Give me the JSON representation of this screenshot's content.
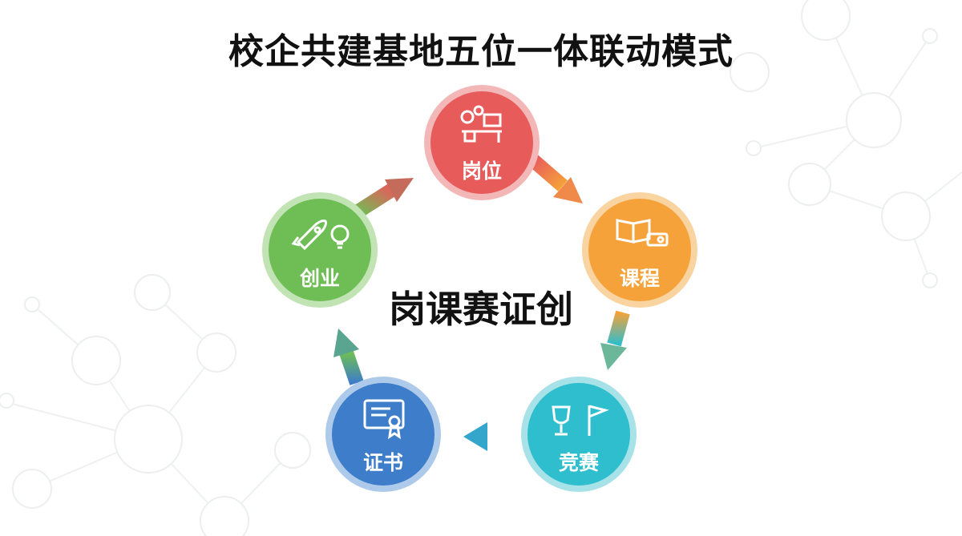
{
  "title": "校企共建基地五位一体联动模式",
  "center": "岗课赛证创",
  "nodes": [
    {
      "id": "gangwei",
      "label": "岗位",
      "icon": "workstation-gears-icon",
      "color": "#e85b5b",
      "ring": "#f4b7b7"
    },
    {
      "id": "kecheng",
      "label": "课程",
      "icon": "book-projector-icon",
      "color": "#f5a23a",
      "ring": "#f9d3a0"
    },
    {
      "id": "jingsai",
      "label": "竞赛",
      "icon": "trophy-flag-icon",
      "color": "#2fbecd",
      "ring": "#a7e2e8"
    },
    {
      "id": "zhengshu",
      "label": "证书",
      "icon": "certificate-icon",
      "color": "#3d7dc9",
      "ring": "#aecaea"
    },
    {
      "id": "chuangye",
      "label": "创业",
      "icon": "rocket-bulb-icon",
      "color": "#6fbe55",
      "ring": "#c2e3b4"
    }
  ]
}
